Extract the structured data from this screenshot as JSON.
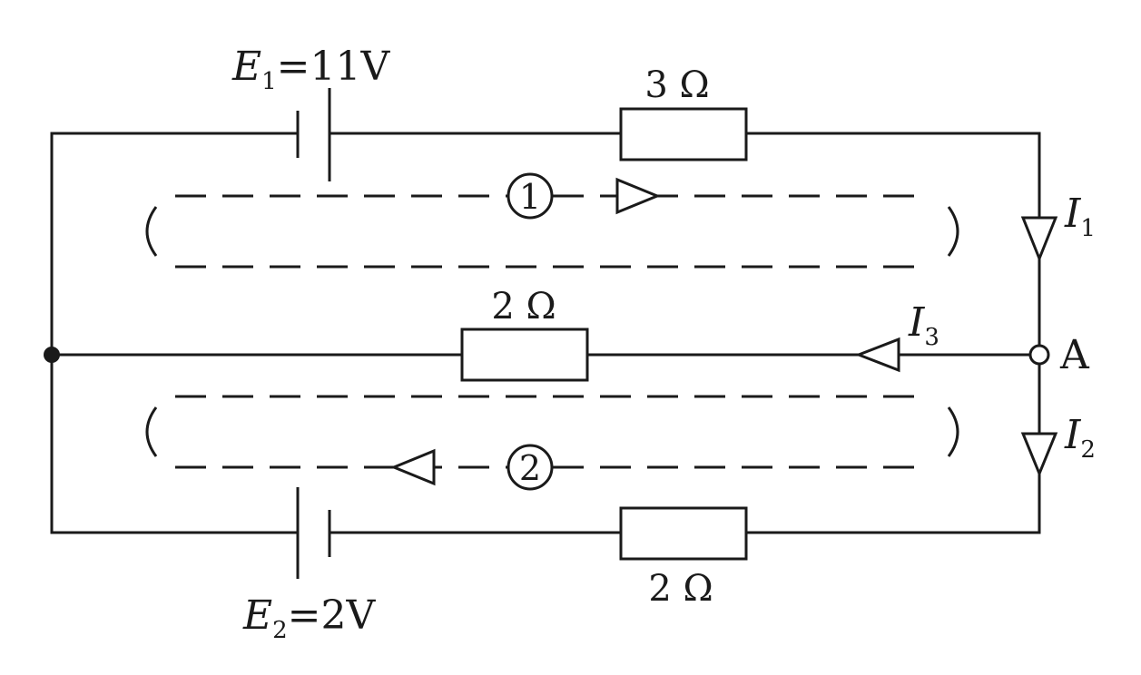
{
  "battery1": {
    "symbol": "E",
    "subscript": "1",
    "value_text": "=11V",
    "emf_volts": 11
  },
  "battery2": {
    "symbol": "E",
    "subscript": "2",
    "value_text": "=2V",
    "emf_volts": 2
  },
  "resistor_top": {
    "label": "3 Ω",
    "ohms": 3
  },
  "resistor_middle": {
    "label": "2 Ω",
    "ohms": 2
  },
  "resistor_bottom": {
    "label": "2 Ω",
    "ohms": 2
  },
  "currents": {
    "i1": {
      "symbol": "I",
      "subscript": "1"
    },
    "i2": {
      "symbol": "I",
      "subscript": "2"
    },
    "i3": {
      "symbol": "I",
      "subscript": "3"
    }
  },
  "node_label": "A",
  "loops": {
    "loop1": {
      "label": "①"
    },
    "loop2": {
      "label": "②"
    }
  },
  "colors": {
    "line": "#1a1a1a",
    "background": "#ffffff"
  }
}
